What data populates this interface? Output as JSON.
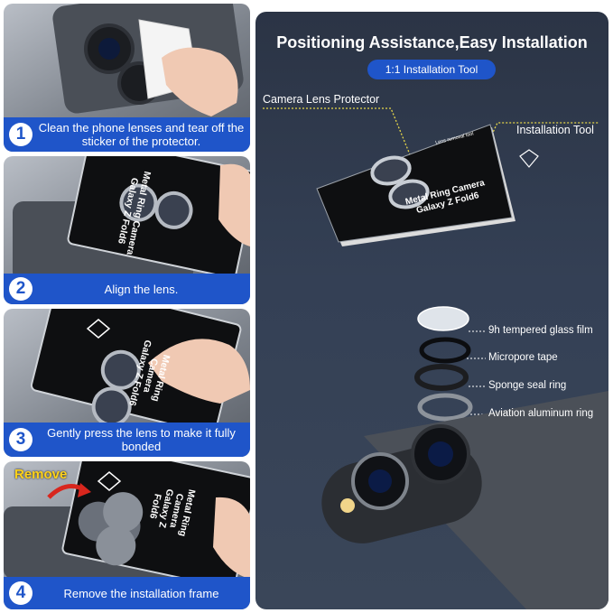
{
  "steps": [
    {
      "number": "1",
      "text": "Clean the phone lenses and tear off the sticker of the protector."
    },
    {
      "number": "2",
      "text": "Align the lens."
    },
    {
      "number": "3",
      "text": "Gently press the lens to make it fully bonded"
    },
    {
      "number": "4",
      "text": "Remove the installation frame",
      "tag": "Remove"
    }
  ],
  "tool_card": {
    "line1": "Metal Ring Camera",
    "line2": "Galaxy Z Fold6",
    "small": "Lens removal tool"
  },
  "panel": {
    "title": "Positioning Assistance,Easy Installation",
    "badge": "1:1 Installation Tool",
    "callouts": {
      "lens_protector": "Camera Lens Protector",
      "installation_tool": "Installation Tool"
    },
    "layers": [
      "9h tempered glass film",
      "Micropore tape",
      "Sponge seal ring",
      "Aviation aluminum ring"
    ]
  },
  "colors": {
    "accent_blue": "#1f55c9",
    "callout_yellow": "#e8d84a",
    "remove_yellow": "#ffd21a",
    "arrow_red": "#d8261d",
    "panel_bg": "#344055"
  }
}
